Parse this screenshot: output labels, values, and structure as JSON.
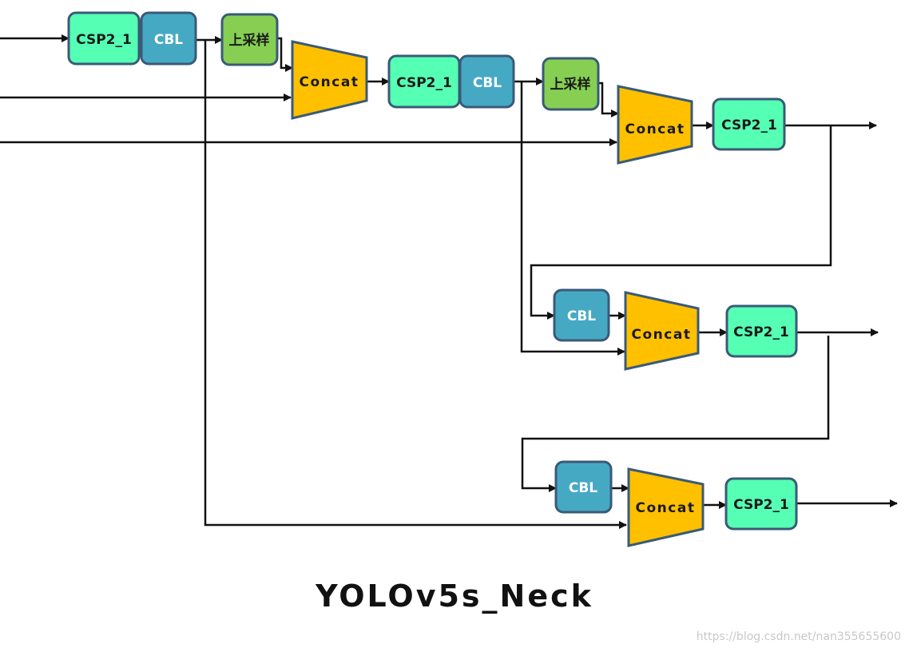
{
  "labels": {
    "csp": "CSP2_1",
    "cbl": "CBL",
    "upsample": "上采样",
    "concat": "Concat"
  },
  "title": "YOLOv5s_Neck",
  "watermark": "https://blog.csdn.net/nan355655600",
  "colors": {
    "csp": "#55ffb4",
    "cbl": "#46a9c4",
    "upsample": "#86cf52",
    "concat": "#ffc000",
    "border": "#3a5a78",
    "wire": "#111111"
  }
}
